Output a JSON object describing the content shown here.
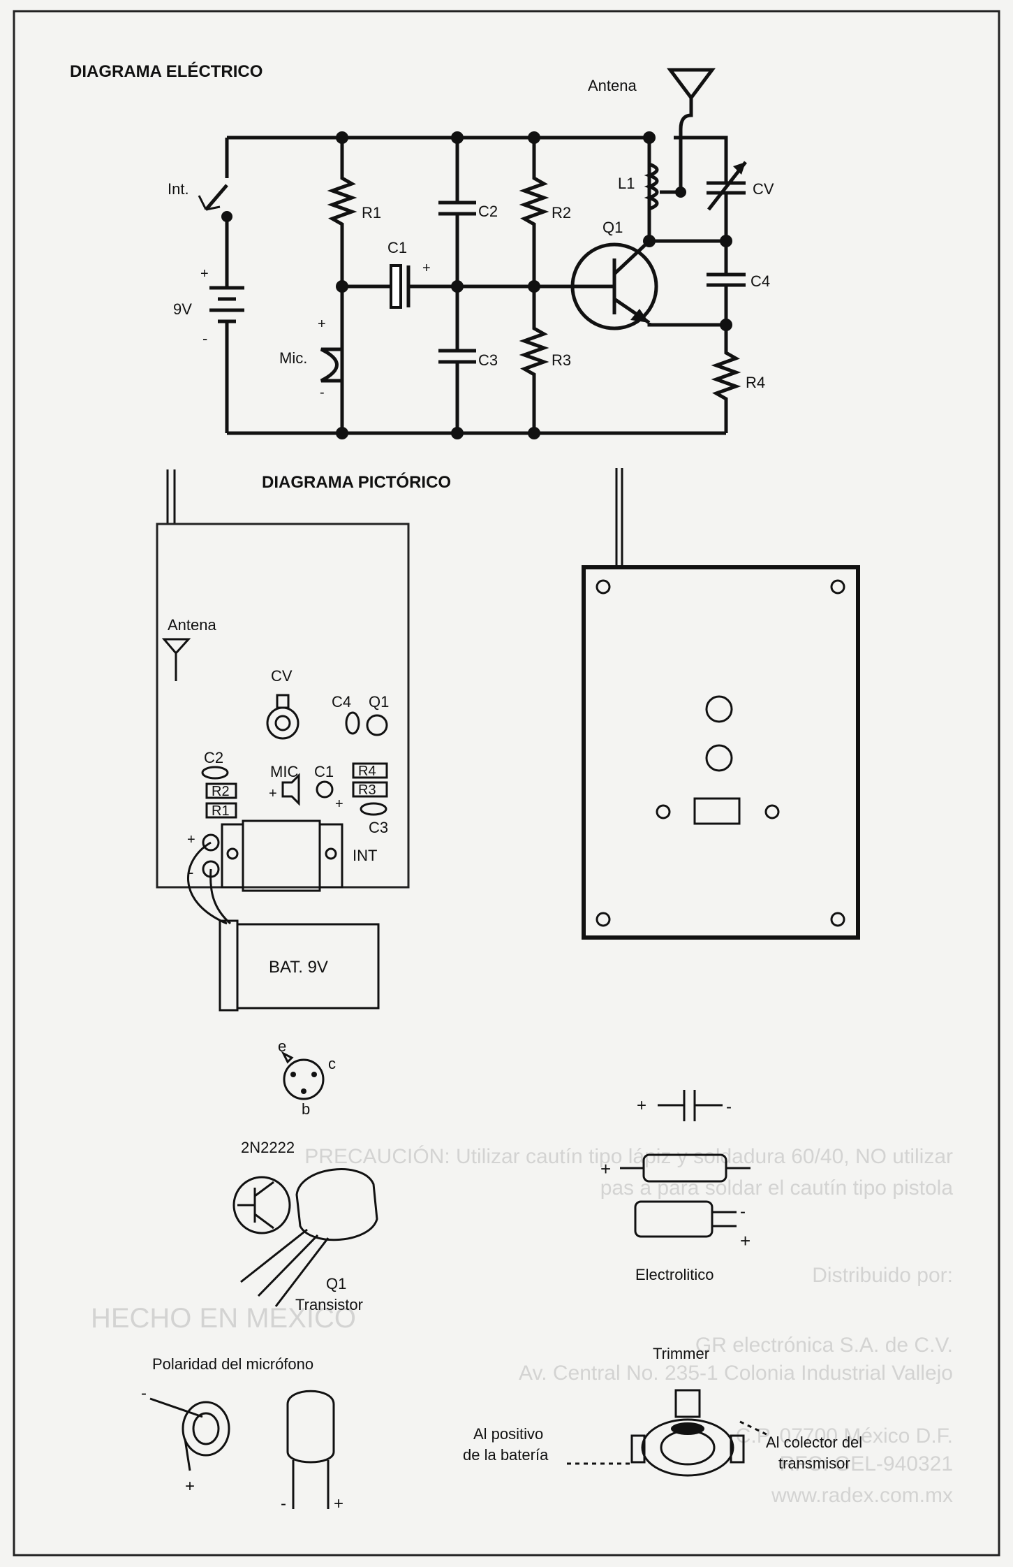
{
  "headings": {
    "electrical": "DIAGRAMA ELÉCTRICO",
    "pictorial": "DIAGRAMA PICTÓRICO"
  },
  "schematic": {
    "antenna": "Antena",
    "switch": "Int.",
    "battery": "9V",
    "plus": "+",
    "minus": "-",
    "mic": "Mic.",
    "r1": "R1",
    "r2": "R2",
    "r3": "R3",
    "r4": "R4",
    "c1": "C1",
    "c2": "C2",
    "c3": "C3",
    "c4": "C4",
    "l1": "L1",
    "q1": "Q1",
    "cv": "CV"
  },
  "pictorial": {
    "antenna": "Antena",
    "cv": "CV",
    "c4": "C4",
    "q1": "Q1",
    "c2": "C2",
    "mic": "MIC",
    "c1": "C1",
    "r4": "R4",
    "r3": "R3",
    "r2": "R2",
    "r1": "R1",
    "c3": "C3",
    "int": "INT",
    "plus": "+",
    "minus": "-",
    "battery": "BAT. 9V"
  },
  "transistor": {
    "pin_e": "e",
    "pin_c": "c",
    "pin_b": "b",
    "model": "2N2222",
    "caption_1": "Q1",
    "caption_2": "Transistor"
  },
  "electrolytic": {
    "plus": "+",
    "minus": "-",
    "caption": "Electrolitico"
  },
  "microphone": {
    "caption": "Polaridad del micrófono",
    "plus": "+",
    "minus": "-"
  },
  "trimmer": {
    "caption": "Trimmer",
    "left_1": "Al positivo",
    "left_2": "de la batería",
    "right_1": "Al colector del",
    "right_2": "transmisor"
  },
  "show_through": [
    "PRECAUCIÓN: Utilizar cautín tipo lápiz y soldadura 60/40, NO utilizar",
    "pas a para soldar el cautín tipo pistola",
    "Distribuido por:",
    "GR electrónica S.A. de C.V.",
    "Av. Central No. 235-1 Colonia Industrial Vallejo",
    "C.P. 07700 México D.F.",
    "RFC: GEL-940321",
    "www.radex.com.mx",
    "HECHO EN MEXICO"
  ]
}
